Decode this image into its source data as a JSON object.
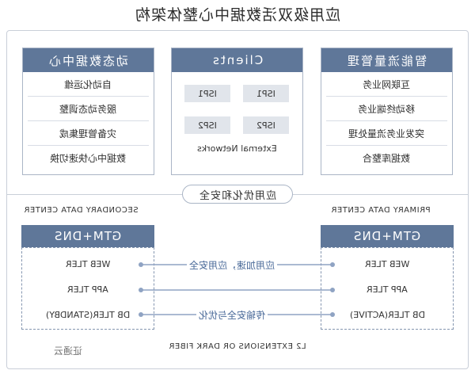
{
  "title": "应用级双活数据中心整体架构",
  "panels": {
    "left": {
      "title": "动态数据中心",
      "items": [
        "自动化运维",
        "服务动态调整",
        "灾备管理集成",
        "数据中心快速切换"
      ]
    },
    "center": {
      "title": "Clients",
      "isps": [
        "ISP1",
        "ISP1",
        "ISP2",
        "ISP2"
      ],
      "network_label": "External Networks"
    },
    "right": {
      "title": "智能流量管理",
      "items": [
        "互联网业务",
        "移动终端业务",
        "突发业务流量处理",
        "数据库整合"
      ]
    }
  },
  "middle_label": "应用优化和安全",
  "secondary": {
    "label": "SECONDARY DATA CENTER",
    "gtm": "GTM+DNS",
    "tiers": [
      "WEB TLER",
      "APP TLER",
      "DB TLER(STANDBY)"
    ]
  },
  "primary": {
    "label": "PRIMARY DATA CENTER",
    "gtm": "GTM+DNS",
    "tiers": [
      "WEB TLER",
      "APP TLER",
      "DB TLER(ACTIVE)"
    ]
  },
  "links": {
    "web": "应用加速，应用安全",
    "db": "传输安全与优化"
  },
  "bottom_label": "L2 EXTENSIONS OR DARK FIBER",
  "watermark": "证通云",
  "colors": {
    "header": "#5f7799",
    "link": "#8fa3c3",
    "isp_bg": "#e1e5eb"
  }
}
